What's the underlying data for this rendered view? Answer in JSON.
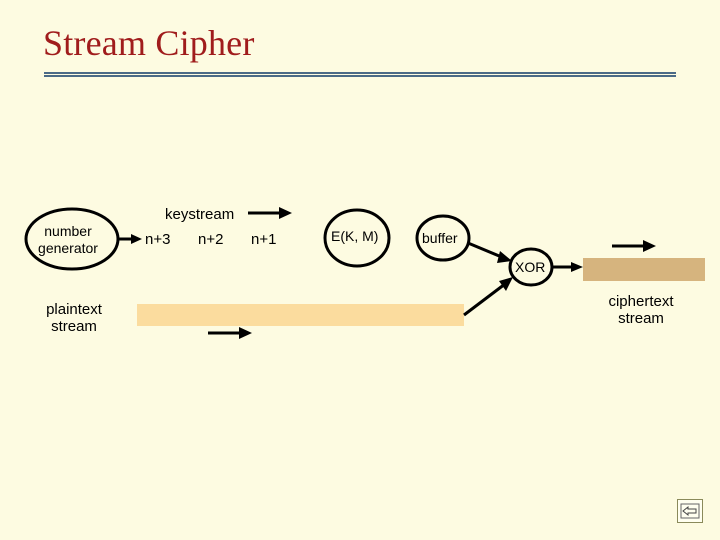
{
  "title": "Stream Cipher",
  "labels": {
    "number_generator": "number generator",
    "keystream": "keystream",
    "n3": "n+3",
    "n2": "n+2",
    "n1": "n+1",
    "ekm": "E(K, M)",
    "buffer": "buffer",
    "xor": "XOR",
    "plaintext": "plaintext stream",
    "ciphertext": "ciphertext stream"
  },
  "nav": {
    "icon": "back-arrow-icon"
  }
}
